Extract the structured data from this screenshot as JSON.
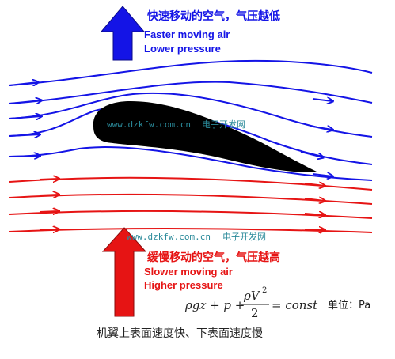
{
  "top": {
    "title_cn": "快速移动的空气，气压越低",
    "line1": "Faster moving air",
    "line2": "Lower pressure",
    "color": "#1414e6"
  },
  "bottom": {
    "title_cn": "缓慢移动的空气，气压越高",
    "line1": "Slower moving air",
    "line2": "Higher pressure",
    "color": "#e61414"
  },
  "watermark": {
    "url": "www.dzkfw.com.cn",
    "site": "电子开发网"
  },
  "formula": {
    "left": "ρgz + p +",
    "numerator": "ρV",
    "exponent": "2",
    "denominator": "2",
    "right": "= const",
    "unit": "单位：Pa"
  },
  "caption": "机翼上表面速度快、下表面速度慢"
}
